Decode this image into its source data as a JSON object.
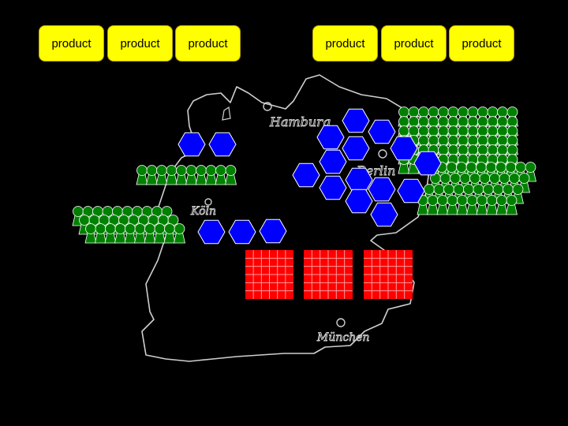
{
  "products": [
    "product",
    "product",
    "product",
    "product",
    "product",
    "product"
  ],
  "cities": [
    "Hamburg",
    "Berlin",
    "Köln",
    "München"
  ],
  "colors": {
    "background": "#000000",
    "product_box": "#ffff00",
    "hexagon": "#0000ff",
    "person": "#008000",
    "grid_block": "#ff0000",
    "map_outline": "#d0d0d0"
  },
  "icons": {
    "hexagon": "blue-hexagon-icon",
    "person": "green-person-icon",
    "grid": "red-grid-block"
  }
}
